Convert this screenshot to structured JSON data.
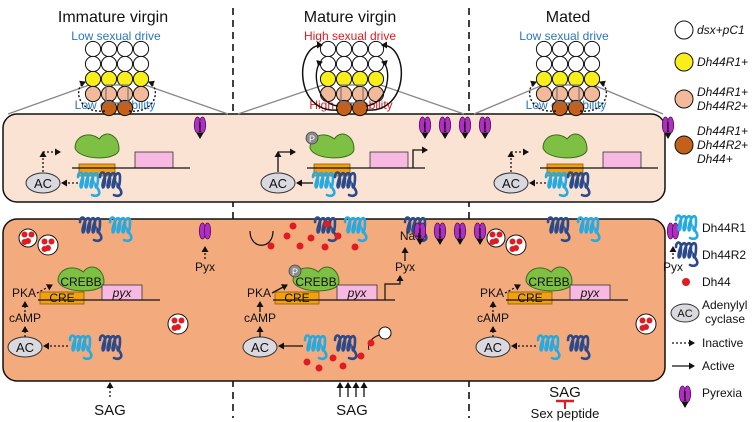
{
  "panels": {
    "immature": {
      "title": "Immature virgin",
      "drive": "Low sexual drive",
      "excitability": "Low excitability",
      "stimulus": "SAG"
    },
    "mature": {
      "title": "Mature virgin",
      "drive": "High sexual drive",
      "excitability": "High excitability",
      "stimulus": "SAG"
    },
    "mated": {
      "title": "Mated",
      "drive": "Low sexual drive",
      "excitability": "Low excitability",
      "stimulus": "SAG",
      "inhibitor": "Sex peptide"
    }
  },
  "cell_labels": {
    "ac": "AC",
    "pka": "PKA",
    "camp": "cAMP",
    "creb": "CREBB",
    "cre": "CRE",
    "pyx_gene": "pyx",
    "pyx_protein": "Pyx",
    "phospho": "P",
    "sodium": "Na+"
  },
  "legend": {
    "cells": [
      "dsx+pC1",
      "Dh44R1+",
      "Dh44R1+ Dh44R2+",
      "Dh44R1+ Dh44R2+ Dh44+"
    ],
    "items": {
      "r1": "Dh44R1",
      "r2": "Dh44R2",
      "dh44": "Dh44",
      "ac": "AC",
      "ac_text_1": "Adenylyl",
      "ac_text_2": "cyclase",
      "inactive": "Inactive",
      "active": "Active",
      "pyrexia": "Pyrexia"
    }
  },
  "colors": {
    "white_cell": "#ffffff",
    "yellow_cell": "#f7ee1b",
    "peach_cell": "#f2b99a",
    "brown_cell": "#c2601c",
    "upper_panel": "#fbe3d4",
    "lower_panel": "#f3ab7e",
    "r1_blue": "#27aae1",
    "r2_blue": "#2b4a8c",
    "dh44_red": "#e11b22",
    "creb_green": "#7dc043",
    "cre_orange": "#f2a10c",
    "pyx_pink": "#f7b8e2",
    "pyrexia_purple": "#b12ec2",
    "low_blue": "#2a76b9",
    "high_red": "#e11b22"
  }
}
